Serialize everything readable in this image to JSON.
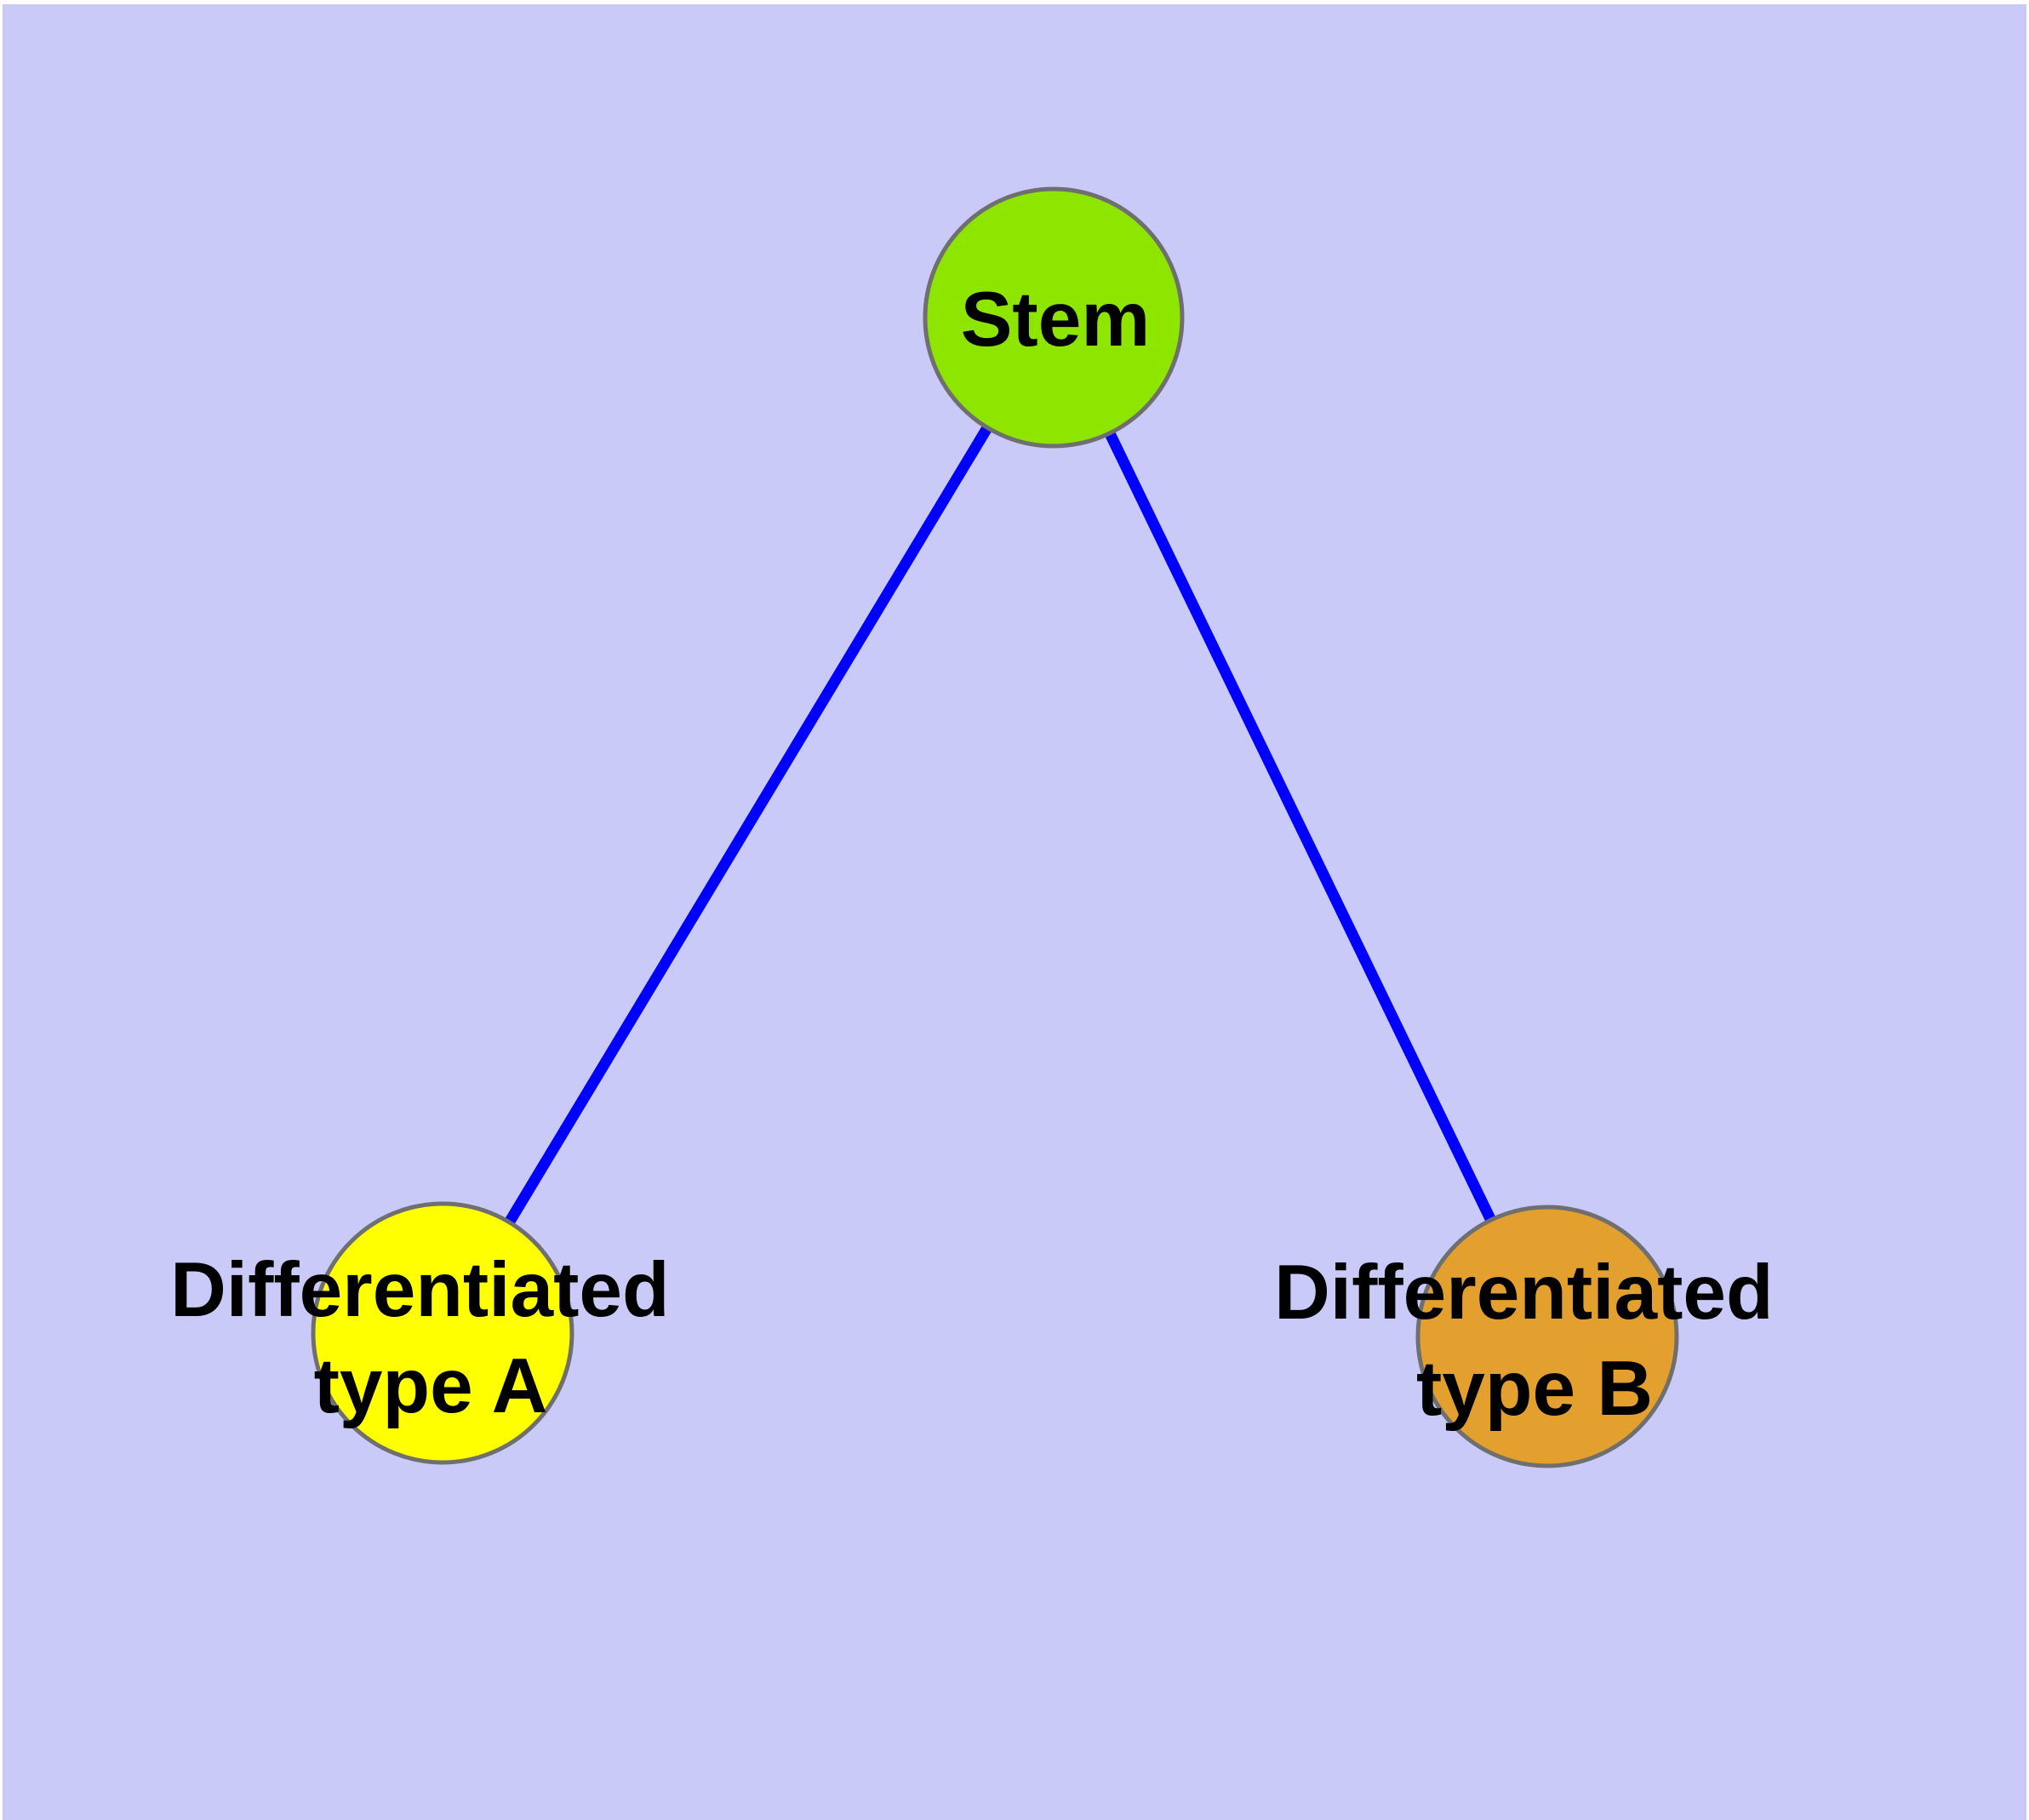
{
  "diagram": {
    "type": "graph",
    "description_visible_text_only": "",
    "colors": {
      "panel_background": "#cacaf8",
      "page_background": "#ffffff",
      "edge": "#0000ff",
      "node_border": "#6f6f6f",
      "label_text": "#000000"
    },
    "nodes": [
      {
        "id": "stem",
        "label": "Stem",
        "lines": [
          "Stem"
        ],
        "color": "#8de500"
      },
      {
        "id": "differentiated-type-a",
        "label": "Differentiated type A",
        "lines": [
          "Differentiated",
          "type A"
        ],
        "color": "#ffff00"
      },
      {
        "id": "differentiated-type-b",
        "label": "Differentiated type B",
        "lines": [
          "Differentiated",
          "type B"
        ],
        "color": "#e3a02f"
      }
    ],
    "edges": [
      {
        "from": "stem",
        "to": "differentiated-type-a"
      },
      {
        "from": "stem",
        "to": "differentiated-type-b"
      }
    ]
  }
}
